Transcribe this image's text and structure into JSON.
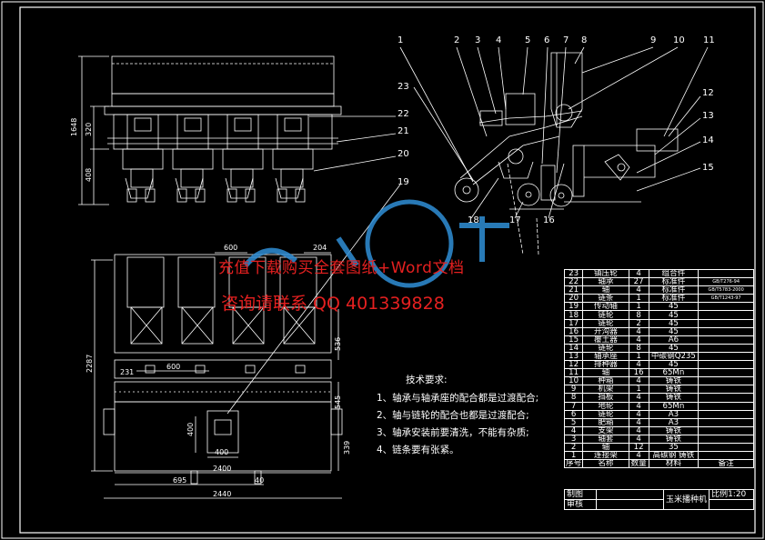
{
  "callouts_top": [
    "1",
    "2",
    "3",
    "4",
    "5",
    "6",
    "7",
    "8",
    "9",
    "10",
    "11"
  ],
  "callouts_right": [
    "12",
    "13",
    "14",
    "15"
  ],
  "callouts_bottom": [
    "16",
    "17",
    "18"
  ],
  "callouts_left_side": [
    "23",
    "22",
    "21",
    "20",
    "19"
  ],
  "dimensions": {
    "front_height": "1648",
    "front_upper": "320",
    "front_lower": "408",
    "plan_w_600": "600",
    "plan_w_204": "204",
    "plan_height": "2287",
    "plan_536": "536",
    "plan_545": "545",
    "plan_339": "339",
    "plan_600_inner": "600",
    "plan_231": "231",
    "plan_400_v": "400",
    "plan_400_h": "400",
    "plan_2400": "2400",
    "plan_695": "695",
    "plan_40": "40",
    "plan_2440": "2440"
  },
  "watermark": {
    "line1": "充值下载购买全套图纸+Word文档",
    "line2": "咨询请联系  QQ 401339828"
  },
  "tech_req": {
    "title": "技术要求:",
    "items": [
      "1、轴承与轴承座的配合都是过渡配合;",
      "2、轴与链轮的配合也都是过渡配合;",
      "3、轴承安装前要清洗，不能有杂质;",
      "4、链条要有张紧。"
    ]
  },
  "bom": [
    [
      "23",
      "镇压轮",
      "4",
      "组合件",
      ""
    ],
    [
      "22",
      "轴承",
      "27",
      "标准件",
      "GB/T276-94"
    ],
    [
      "21",
      "轴",
      "4",
      "标准件",
      "GB/T5783-2000"
    ],
    [
      "20",
      "链条",
      "1",
      "标准件",
      "GB/T1243-97"
    ],
    [
      "19",
      "传动轴",
      "1",
      "45",
      ""
    ],
    [
      "18",
      "链轮",
      "8",
      "45",
      ""
    ],
    [
      "17",
      "链轮",
      "2",
      "45",
      ""
    ],
    [
      "16",
      "开沟器",
      "4",
      "45",
      ""
    ],
    [
      "15",
      "覆土器",
      "4",
      "A6",
      ""
    ],
    [
      "14",
      "链轮",
      "8",
      "45",
      ""
    ],
    [
      "13",
      "轴承座",
      "1",
      "中碳钢Q235",
      ""
    ],
    [
      "12",
      "排种器",
      "4",
      "45",
      ""
    ],
    [
      "11",
      "轴",
      "16",
      "65Mn",
      ""
    ],
    [
      "10",
      "种箱",
      "4",
      "铸铁",
      ""
    ],
    [
      "9",
      "机架",
      "1",
      "铸铁",
      ""
    ],
    [
      "8",
      "挡板",
      "4",
      "铸铁",
      ""
    ],
    [
      "7",
      "地轮",
      "4",
      "65Mn",
      ""
    ],
    [
      "6",
      "链轮",
      "4",
      "A3",
      ""
    ],
    [
      "5",
      "肥箱",
      "4",
      "A3",
      ""
    ],
    [
      "4",
      "支架",
      "4",
      "铸铁",
      ""
    ],
    [
      "3",
      "轴套",
      "4",
      "铸铁",
      ""
    ],
    [
      "2",
      "轴",
      "12",
      "35",
      ""
    ],
    [
      "1",
      "连接架",
      "4",
      "高碳钢 铸铁",
      ""
    ]
  ],
  "bom_header": [
    "序号",
    "名称",
    "数量",
    "材料",
    "备注"
  ],
  "title_block": {
    "draw_label": "制图",
    "check_label": "审核",
    "name": "玉米播种机",
    "scale": "比例1:20"
  }
}
